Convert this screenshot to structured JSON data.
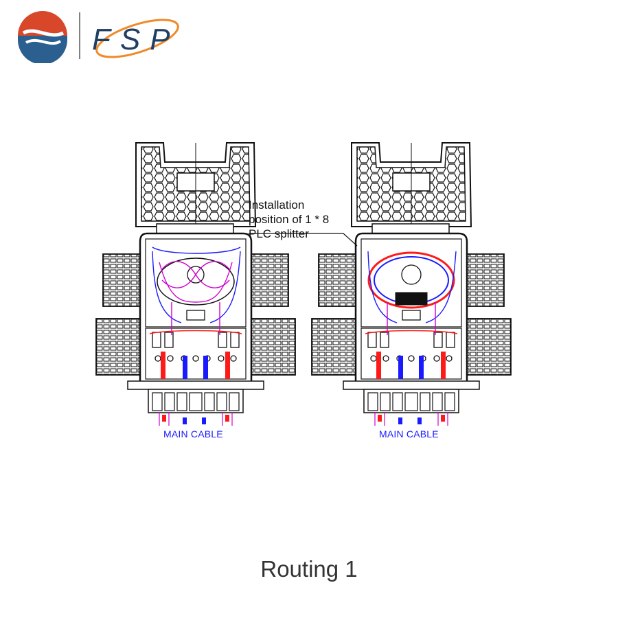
{
  "logo": {
    "text": "FSP",
    "colors": {
      "red": "#d9472b",
      "blue": "#2a5f8f",
      "orange": "#f08a28",
      "navy": "#1f3f63"
    }
  },
  "annotation": {
    "lines": [
      "Installation",
      "position of 1 * 8",
      "PLC splitter"
    ]
  },
  "units": [
    {
      "cable_label": "MAIN CABLE"
    },
    {
      "cable_label": "MAIN CABLE"
    }
  ],
  "caption": "Routing 1",
  "colors": {
    "line": "#111111",
    "fiber_red": "#ff1a1a",
    "fiber_blue": "#1a1aff",
    "fiber_magenta": "#d000d0"
  }
}
